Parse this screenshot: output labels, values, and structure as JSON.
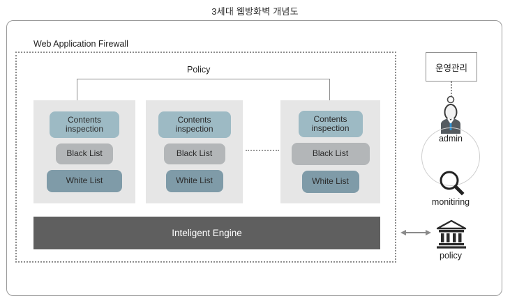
{
  "title": "3세대 웹방화벽 개념도",
  "firewall": {
    "label": "Web Application Firewall",
    "policy_label": "Policy",
    "engine_label": "Inteligent Engine",
    "panels": [
      {
        "name": "panel-1",
        "items": [
          {
            "label": "Contents\ninspection",
            "color": "#9dbac4"
          },
          {
            "label": "Black List",
            "color": "#b3b6b8"
          },
          {
            "label": "White List",
            "color": "#7f9ba8"
          }
        ]
      },
      {
        "name": "panel-2",
        "items": [
          {
            "label": "Contents\ninspection",
            "color": "#9dbac4"
          },
          {
            "label": "Black List",
            "color": "#b3b6b8"
          },
          {
            "label": "White List",
            "color": "#7f9ba8"
          }
        ]
      },
      {
        "name": "panel-3",
        "items": [
          {
            "label": "Contents\ninspection",
            "color": "#9dbac4"
          },
          {
            "label": "Black List",
            "color": "#b3b6b8"
          },
          {
            "label": "White List",
            "color": "#7f9ba8"
          }
        ]
      }
    ]
  },
  "sidebar": {
    "ops_box_label": "운영관리",
    "admin_label": "admin",
    "admin_icon": "person-admin-icon",
    "monitoring_label": "monitiring",
    "monitoring_icon": "magnifier-icon",
    "policy_label": "policy",
    "policy_icon": "bank-building-icon",
    "arrow_icon": "double-arrow-icon"
  },
  "colors": {
    "panel_bg": "#e6e6e6",
    "engine_bg": "#5f5f5f",
    "frame_border": "#9a9a9a",
    "dotted_border": "#8c8c8c",
    "contents_inspection": "#9dbac4",
    "black_list": "#b3b6b8",
    "white_list": "#7f9ba8",
    "admin_tie": "#2e8fd0"
  }
}
